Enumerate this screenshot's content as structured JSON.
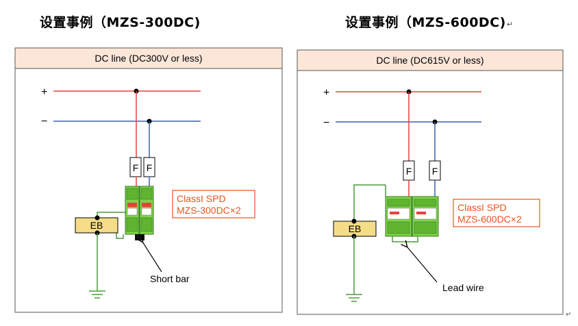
{
  "title_left": "设置事例（MZS-300DC)",
  "title_right": "设置事例（MZS-600DC)",
  "paragraph_mark": "↵",
  "left_panel": {
    "header": "DC line (DC300V or less)",
    "plus_label": "+",
    "minus_label": "−",
    "fuse_label_1": "F",
    "fuse_label_2": "F",
    "eb_label": "EB",
    "spd_line1": "ClassI SPD",
    "spd_line2": "MZS-300DC×2",
    "callout_label": "Short bar"
  },
  "right_panel": {
    "header": "DC line (DC615V or less)",
    "plus_label": "+",
    "minus_label": "−",
    "fuse_label_1": "F",
    "fuse_label_2": "F",
    "eb_label": "EB",
    "spd_line1": "ClassI SPD",
    "spd_line2": "MZS-600DC×2",
    "callout_label": "Lead wire"
  },
  "colors": {
    "positive_line": "#e8403a",
    "negative_line": "#3a5fb0",
    "ground_line": "#4a9a3a",
    "spd_green": "#7ed348",
    "eb_fill": "#f5dc86",
    "spd_label": "#e8541c",
    "header_fill": "#fbe6d8"
  }
}
